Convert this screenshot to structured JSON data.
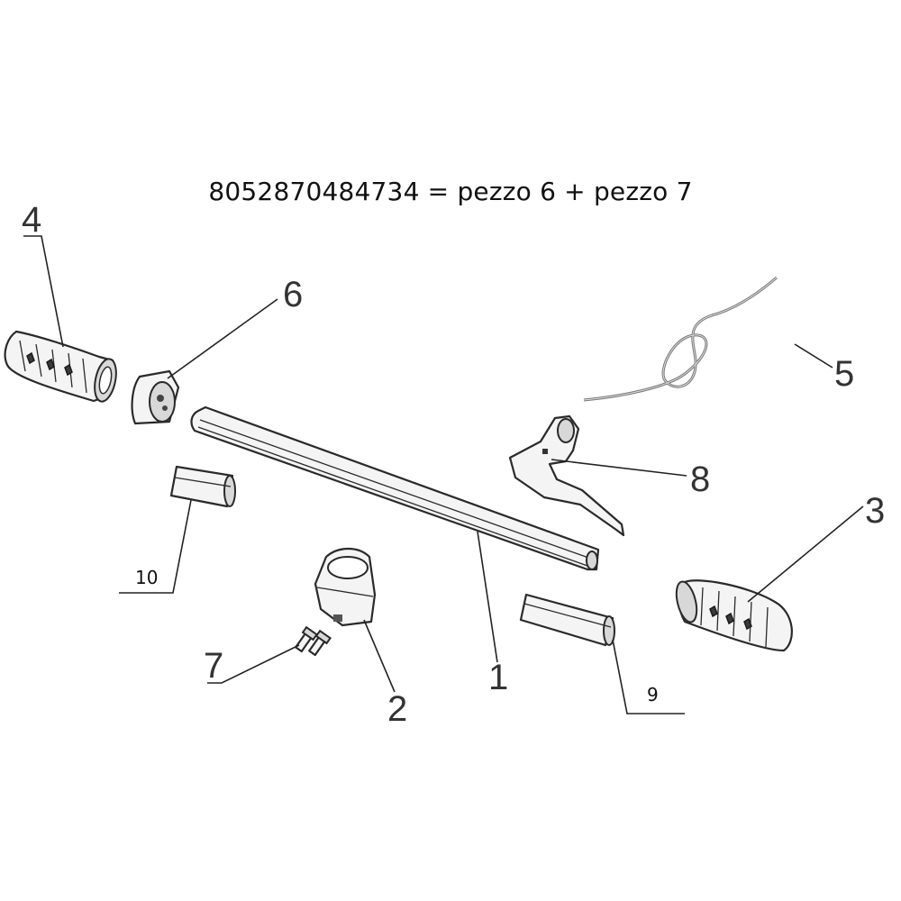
{
  "caption": "8052870484734 = pezzo 6 + pezzo 7",
  "labels": {
    "p1": "1",
    "p2": "2",
    "p3": "3",
    "p4": "4",
    "p5": "5",
    "p6": "6",
    "p7": "7",
    "p8": "8",
    "p9": "9",
    "p10": "10"
  }
}
